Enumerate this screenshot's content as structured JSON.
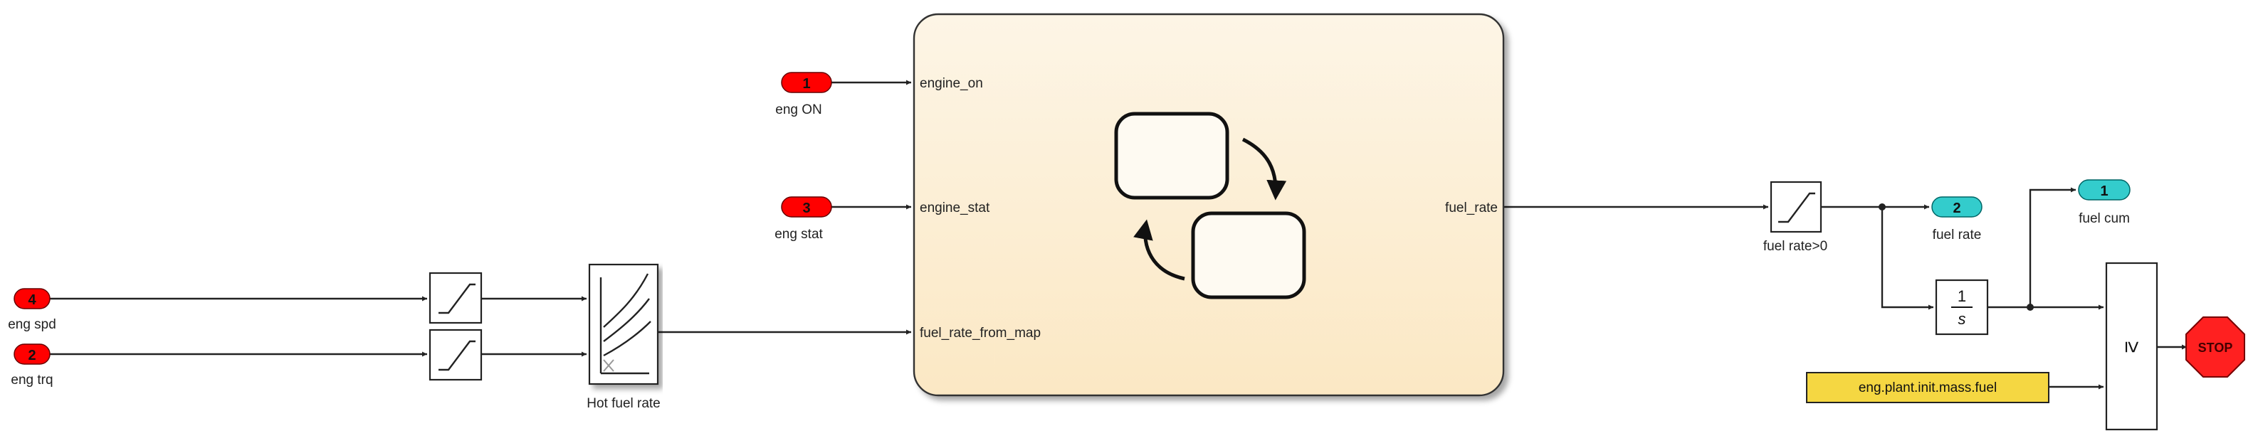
{
  "inports": [
    {
      "number": "4",
      "label": "eng spd",
      "color": "#ff0000"
    },
    {
      "number": "2",
      "label": "eng trq",
      "color": "#ff0000"
    },
    {
      "number": "1",
      "label": "eng ON",
      "color": "#ff0000"
    },
    {
      "number": "3",
      "label": "eng stat",
      "color": "#ff0000"
    }
  ],
  "outports": [
    {
      "number": "2",
      "label": "fuel rate",
      "color": "#33cccc"
    },
    {
      "number": "1",
      "label": "fuel cum",
      "color": "#33cccc"
    }
  ],
  "lookup_block": {
    "label": "Hot fuel rate"
  },
  "chart": {
    "inputs": [
      "engine_on",
      "engine_stat",
      "fuel_rate_from_map"
    ],
    "output": "fuel_rate",
    "fill_color": "#fdf2dc"
  },
  "saturation_block": {
    "label": "fuel rate>0"
  },
  "integrator": {
    "numerator": "1",
    "denominator": "s"
  },
  "relational_operator": {
    "symbol": "≥"
  },
  "constant": {
    "value": "eng.plant.init.mass.fuel",
    "color": "#f5d742"
  },
  "stop_block": {
    "label": "STOP",
    "color": "#ff2020"
  }
}
